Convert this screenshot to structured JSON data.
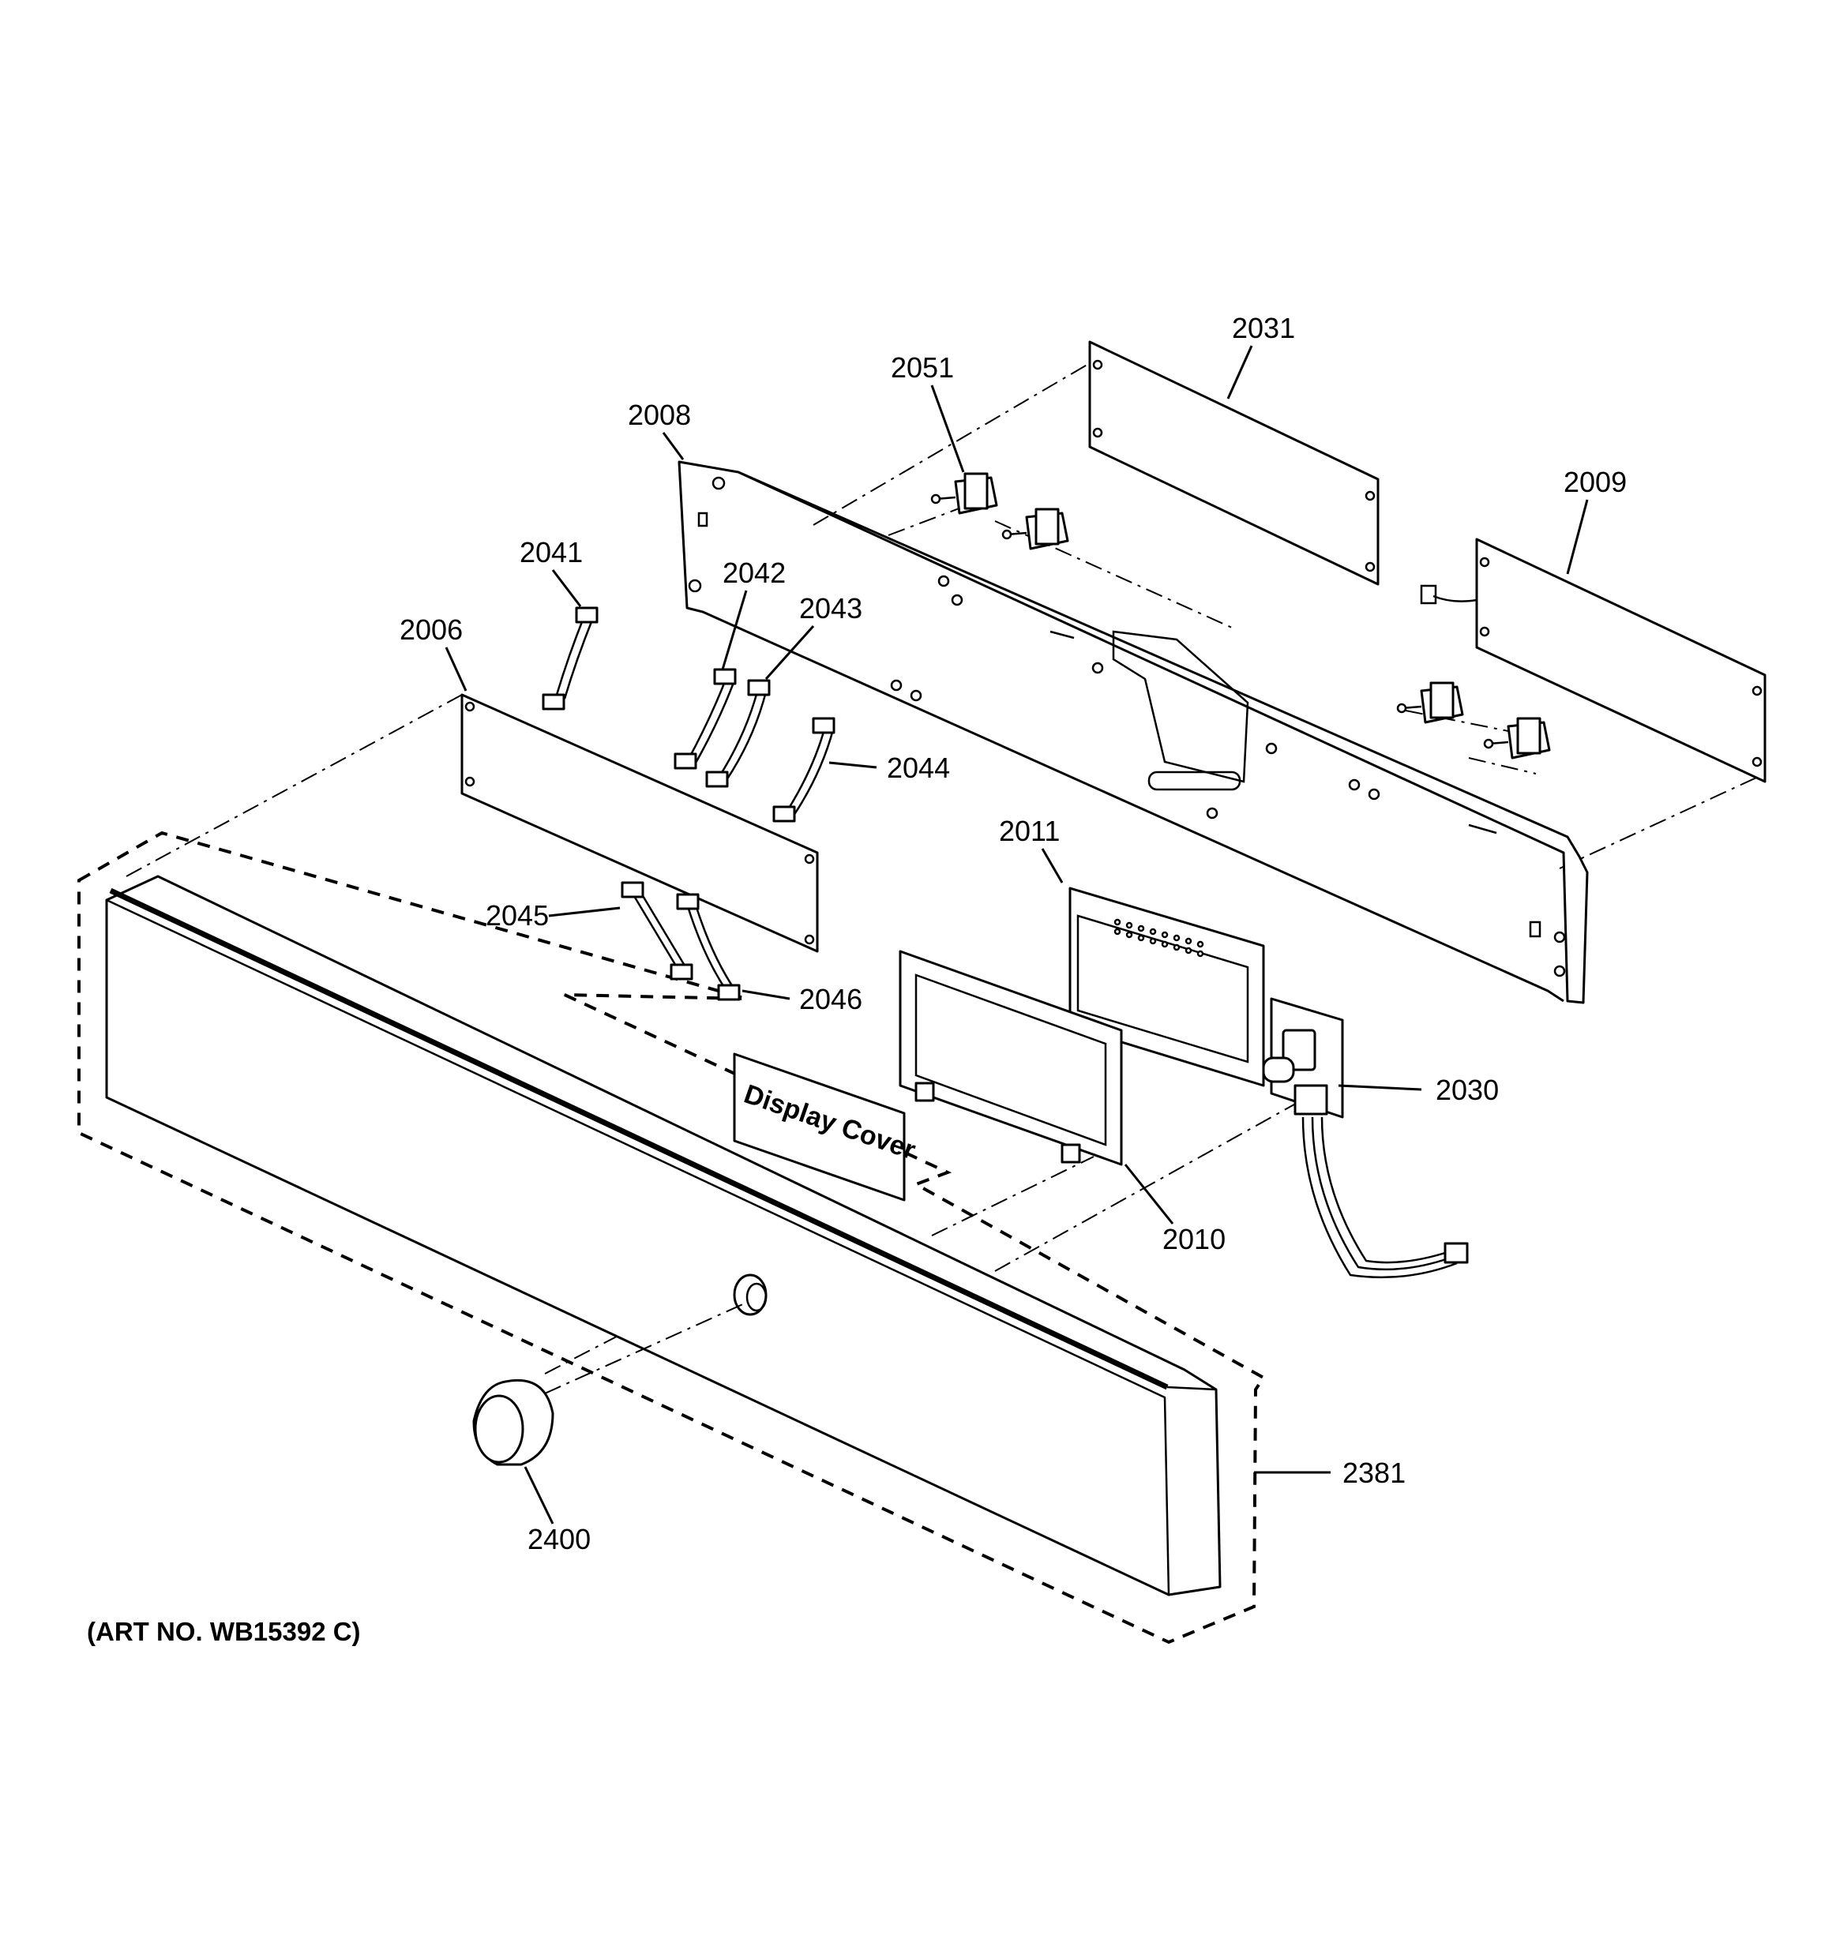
{
  "art_number": "(ART NO. WB15392 C)",
  "display_cover_text": "Display Cover",
  "callouts": {
    "c2031": "2031",
    "c2051": "2051",
    "c2008": "2008",
    "c2009": "2009",
    "c2041": "2041",
    "c2042": "2042",
    "c2043": "2043",
    "c2006": "2006",
    "c2044": "2044",
    "c2011": "2011",
    "c2045": "2045",
    "c2046": "2046",
    "c2030": "2030",
    "c2010": "2010",
    "c2381": "2381",
    "c2400": "2400"
  }
}
